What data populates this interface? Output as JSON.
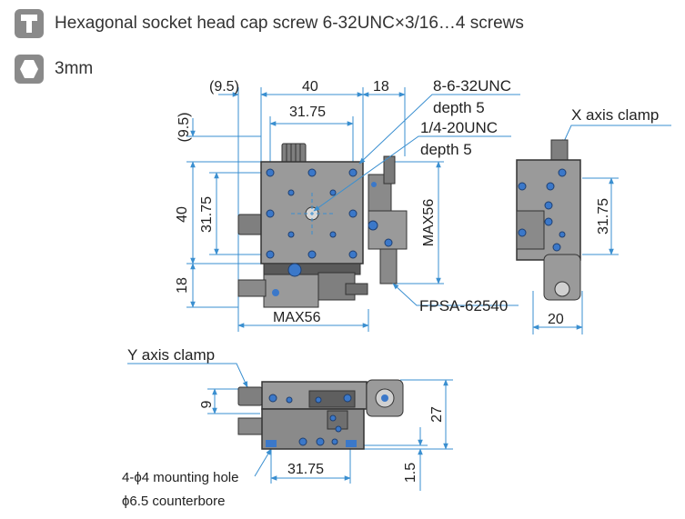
{
  "legend": {
    "screw_text": "Hexagonal socket head cap screw 6-32UNC×3/16…4 screws",
    "screw_icon": "hex-socket-screw-icon",
    "wrench_text": "3mm",
    "wrench_icon": "hex-wrench-icon"
  },
  "top_view": {
    "dims": {
      "top_offset": "(9.5)",
      "width_40": "40",
      "right_18": "18",
      "inner_3175": "31.75",
      "left_offset": "(9.5)",
      "height_40": "40",
      "inner_h_3175": "31.75",
      "bottom_18": "18",
      "max56_h": "MAX56",
      "max56_v": "MAX56"
    },
    "callouts": {
      "tap1_line1": "8-6-32UNC",
      "tap1_line2": "depth 5",
      "tap2_line1": "1/4-20UNC",
      "tap2_line2": "depth 5",
      "model": "FPSA-62540"
    }
  },
  "side_view": {
    "x_clamp": "X axis clamp",
    "dim_3175": "31.75",
    "dim_20": "20"
  },
  "front_view": {
    "y_clamp": "Y axis clamp",
    "dim_9": "9",
    "dim_27": "27",
    "dim_3175": "31.75",
    "dim_15": "1.5",
    "mount_line1": "4-ϕ4 mounting hole",
    "mount_line2": "ϕ6.5 counterbore"
  },
  "colors": {
    "dimension_line": "#3a8fd0",
    "part_fill": "#9a9a9a",
    "part_dark": "#4a4a4a",
    "screw_blue": "#3b78c9",
    "icon_gray": "#8a8a8a"
  }
}
